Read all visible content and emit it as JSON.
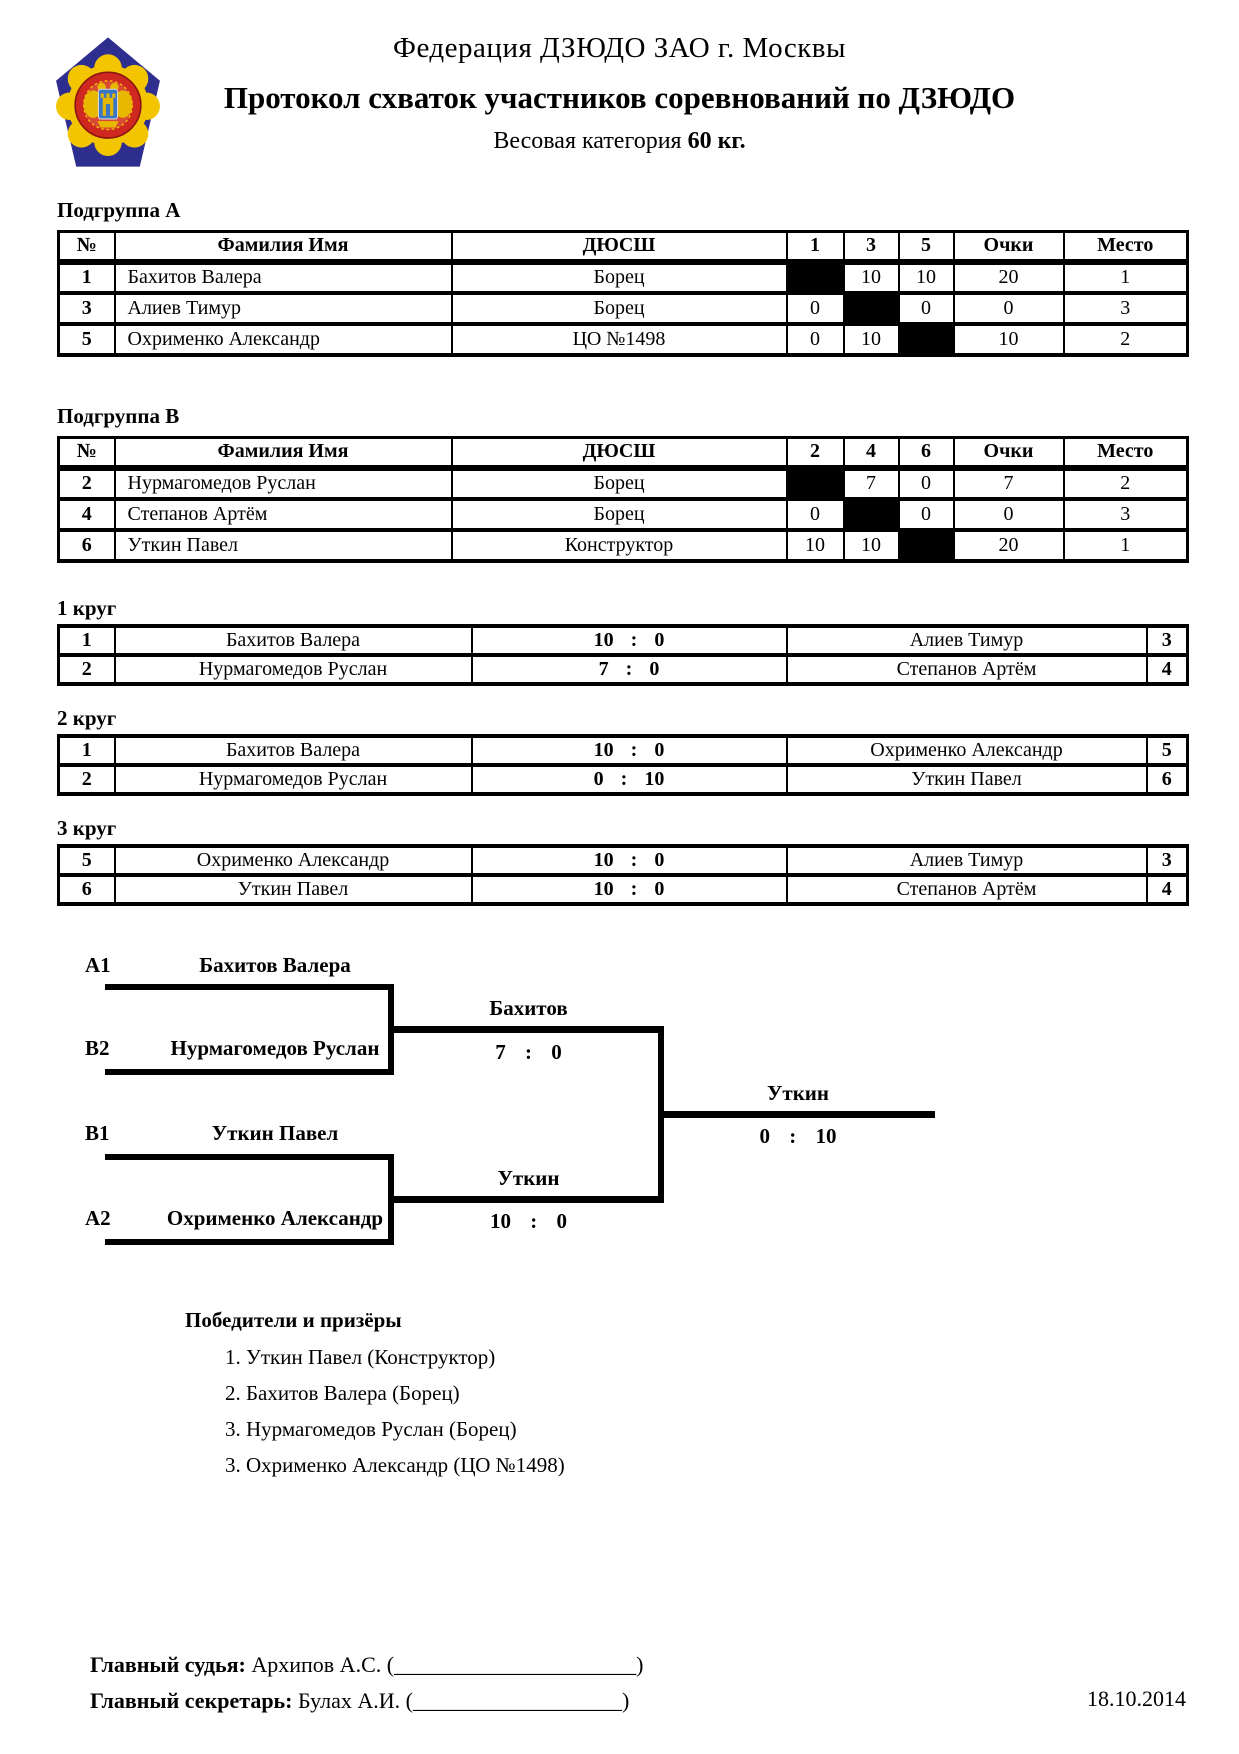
{
  "header": {
    "federation": "Федерация ДЗЮДО ЗАО г. Москвы",
    "title": "Протокол схваток участников соревнований по ДЗЮДО",
    "weight_label": "Весовая категория ",
    "weight_value": "60 кг.",
    "logo": "judo-federation-emblem",
    "logo_colors": {
      "pentagon": "#2e2e8f",
      "petals": "#f2c500",
      "ring": "#cf2820",
      "inner": "#d94a35",
      "shield": "#3a76c4"
    }
  },
  "groups": [
    {
      "label": "Подгруппа А",
      "columns": {
        "num": "№",
        "name": "Фамилия Имя",
        "club": "ДЮСШ",
        "m1": "1",
        "m2": "3",
        "m3": "5",
        "points": "Очки",
        "place": "Место"
      },
      "rows": [
        {
          "num": "1",
          "name": "Бахитов Валера",
          "club": "Борец",
          "cells": [
            "",
            "10",
            "10"
          ],
          "points": "20",
          "place": "1"
        },
        {
          "num": "3",
          "name": "Алиев Тимур",
          "club": "Борец",
          "cells": [
            "0",
            "",
            "0"
          ],
          "points": "0",
          "place": "3"
        },
        {
          "num": "5",
          "name": "Охрименко Александр",
          "club": "ЦО №1498",
          "cells": [
            "0",
            "10",
            ""
          ],
          "points": "10",
          "place": "2"
        }
      ]
    },
    {
      "label": "Подгруппа В",
      "columns": {
        "num": "№",
        "name": "Фамилия Имя",
        "club": "ДЮСШ",
        "m1": "2",
        "m2": "4",
        "m3": "6",
        "points": "Очки",
        "place": "Место"
      },
      "rows": [
        {
          "num": "2",
          "name": "Нурмагомедов Руслан",
          "club": "Борец",
          "cells": [
            "",
            "7",
            "0"
          ],
          "points": "7",
          "place": "2"
        },
        {
          "num": "4",
          "name": "Степанов Артём",
          "club": "Борец",
          "cells": [
            "0",
            "",
            "0"
          ],
          "points": "0",
          "place": "3"
        },
        {
          "num": "6",
          "name": "Уткин Павел",
          "club": "Конструктор",
          "cells": [
            "10",
            "10",
            ""
          ],
          "points": "20",
          "place": "1"
        }
      ]
    }
  ],
  "rounds": [
    {
      "label": "1 круг",
      "matches": [
        {
          "num_left": "1",
          "left": "Бахитов Валера",
          "score": "10 : 0",
          "right": "Алиев Тимур",
          "num_right": "3"
        },
        {
          "num_left": "2",
          "left": "Нурмагомедов Руслан",
          "score": "7 : 0",
          "right": "Степанов Артём",
          "num_right": "4"
        }
      ]
    },
    {
      "label": "2 круг",
      "matches": [
        {
          "num_left": "1",
          "left": "Бахитов Валера",
          "score": "10 : 0",
          "right": "Охрименко Александр",
          "num_right": "5"
        },
        {
          "num_left": "2",
          "left": "Нурмагомедов Руслан",
          "score": "0 : 10",
          "right": "Уткин Павел",
          "num_right": "6"
        }
      ]
    },
    {
      "label": "3 круг",
      "matches": [
        {
          "num_left": "5",
          "left": "Охрименко Александр",
          "score": "10 : 0",
          "right": "Алиев Тимур",
          "num_right": "3"
        },
        {
          "num_left": "6",
          "left": "Уткин Павел",
          "score": "10 : 0",
          "right": "Степанов Артём",
          "num_right": "4"
        }
      ]
    }
  ],
  "bracket": {
    "slots": [
      {
        "seed": "A1",
        "name": "Бахитов Валера"
      },
      {
        "seed": "B2",
        "name": "Нурмагомедов Руслан"
      },
      {
        "seed": "B1",
        "name": "Уткин Павел"
      },
      {
        "seed": "A2",
        "name": "Охрименко Александр"
      }
    ],
    "semifinal1": {
      "winner": "Бахитов",
      "score": "7 : 0"
    },
    "semifinal2": {
      "winner": "Уткин",
      "score": "10 : 0"
    },
    "final": {
      "winner": "Уткин",
      "score": "0 : 10"
    }
  },
  "winners": {
    "title": "Победители и призёры",
    "items": [
      "1. Уткин Павел (Конструктор)",
      "2. Бахитов Валера (Борец)",
      "3. Нурмагомедов Руслан (Борец)",
      "3. Охрименко Александр (ЦО №1498)"
    ]
  },
  "footer": {
    "judge_label": "Главный судья:",
    "judge_name": " Архипов А.С. ",
    "judge_signature": "(______________________)",
    "secretary_label": "Главный секретарь:",
    "secretary_name": " Булах А.И. ",
    "secretary_signature": "(___________________)",
    "date": "18.10.2014"
  }
}
